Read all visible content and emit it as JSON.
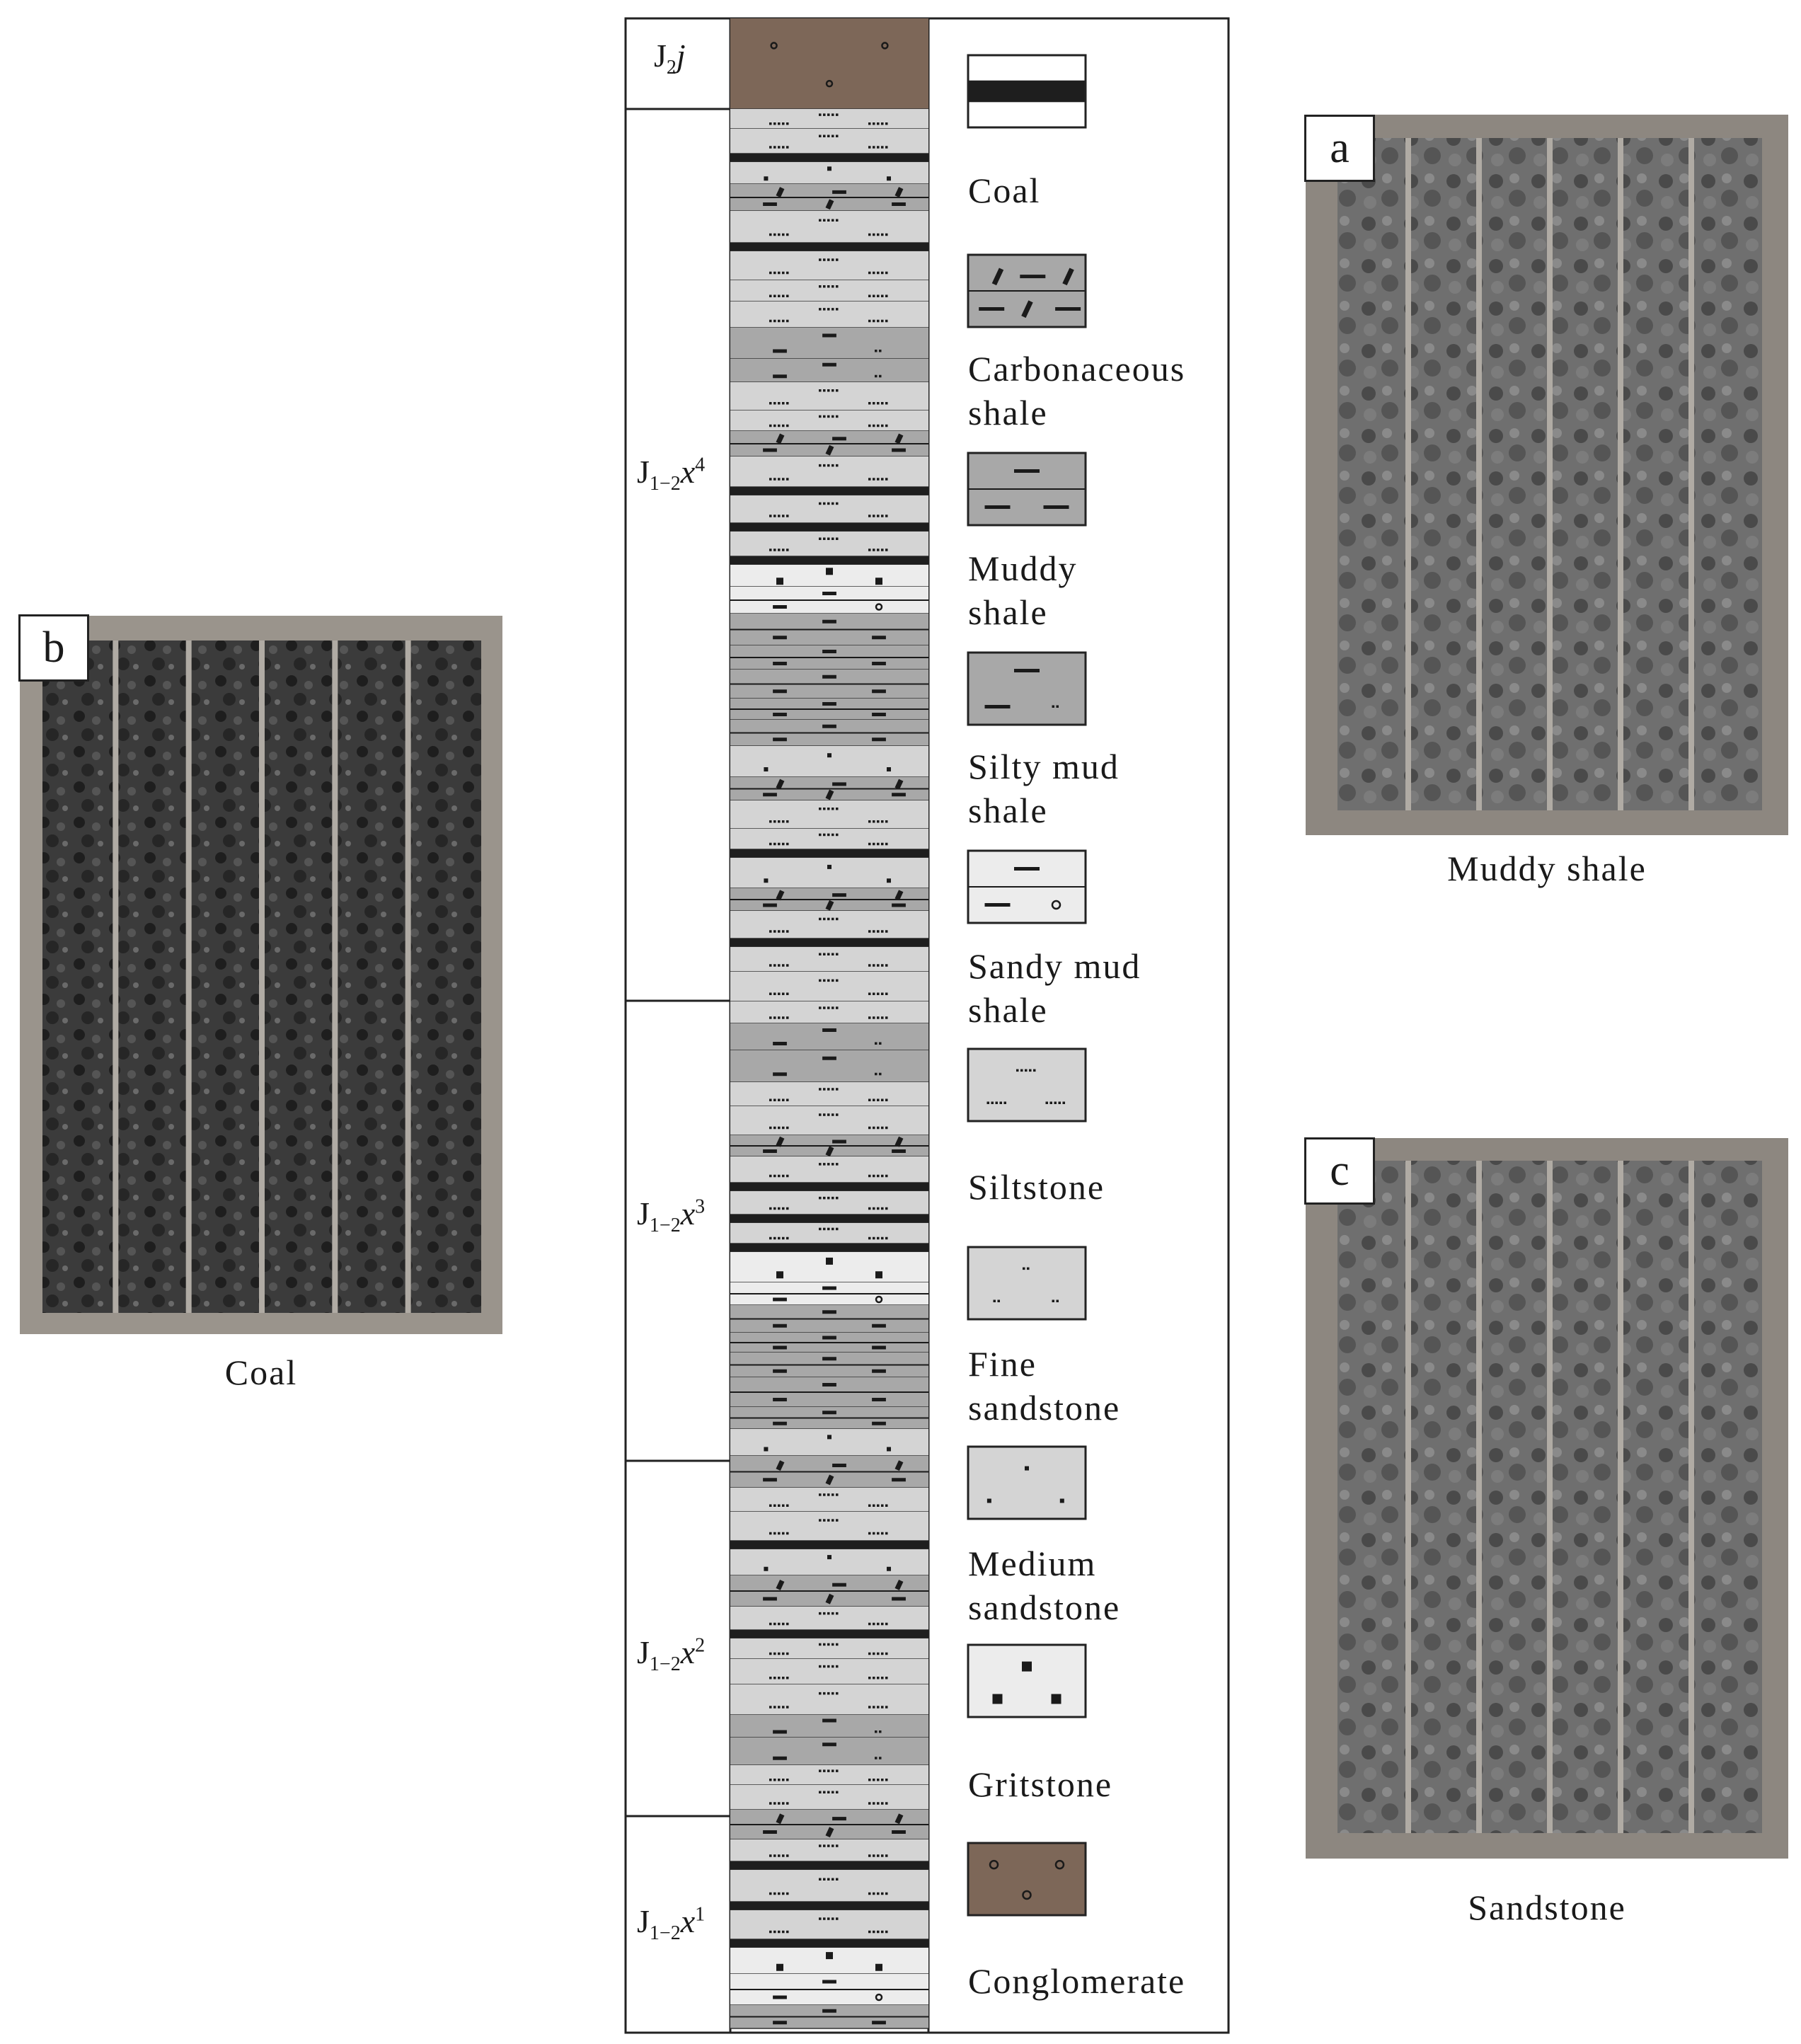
{
  "photos": [
    {
      "tag": "b",
      "caption": "Coal"
    },
    {
      "tag": "a",
      "caption": "Muddy shale"
    },
    {
      "tag": "c",
      "caption": "Sandstone"
    }
  ],
  "column": {
    "units": [
      {
        "base": "J",
        "sub": "2",
        "sym": "j",
        "sup": ""
      },
      {
        "base": "J",
        "sub": "1−2",
        "sym": "x",
        "sup": "4"
      },
      {
        "base": "J",
        "sub": "1−2",
        "sym": "x",
        "sup": "3"
      },
      {
        "base": "J",
        "sub": "1−2",
        "sym": "x",
        "sup": "2"
      },
      {
        "base": "J",
        "sub": "1−2",
        "sym": "x",
        "sup": "1"
      }
    ]
  },
  "legend": [
    {
      "key": "coal",
      "label_lines": [
        "Coal"
      ]
    },
    {
      "key": "carbonaceous-shale",
      "label_lines": [
        "Carbonaceous",
        "shale"
      ]
    },
    {
      "key": "muddy-shale",
      "label_lines": [
        "Muddy",
        "shale"
      ]
    },
    {
      "key": "silty-mud-shale",
      "label_lines": [
        "Silty mud",
        "shale"
      ]
    },
    {
      "key": "sandy-mud-shale",
      "label_lines": [
        "Sandy mud",
        "shale"
      ]
    },
    {
      "key": "siltstone",
      "label_lines": [
        "Siltstone"
      ]
    },
    {
      "key": "fine-sandstone",
      "label_lines": [
        "Fine",
        "sandstone"
      ]
    },
    {
      "key": "medium-sandstone",
      "label_lines": [
        "Medium",
        "sandstone"
      ]
    },
    {
      "key": "gritstone",
      "label_lines": [
        "Gritstone"
      ]
    },
    {
      "key": "conglomerate",
      "label_lines": [
        "Conglomerate"
      ]
    }
  ],
  "colors": {
    "coal": "#1e1e1e",
    "shale_gray": "#a8a8a8",
    "light_gray": "#d4d4d4",
    "very_light": "#ececec",
    "conglomerate": "#7d6758"
  }
}
